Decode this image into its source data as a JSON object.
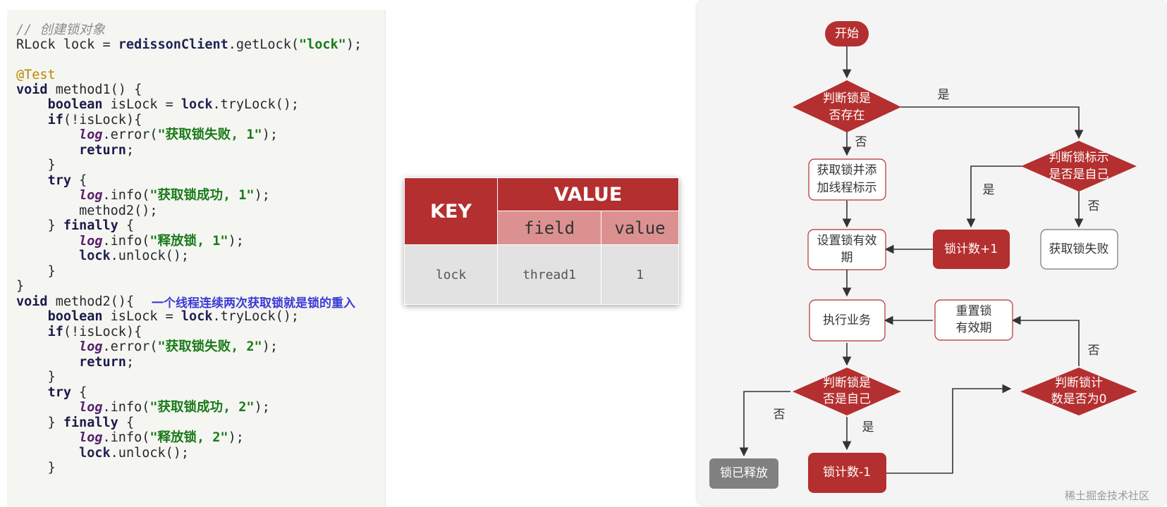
{
  "code": {
    "comment": "// 创建锁对象",
    "line_lock": {
      "prefix": "RLock lock = ",
      "client": "redissonClient",
      "call": ".getLock(",
      "arg": "\"lock\"",
      "end": ");"
    },
    "annotation": "@Test",
    "method1": {
      "signature": " method1() {",
      "boolean_line": {
        "type": "boolean",
        "middle": " isLock = ",
        "obj": "lock",
        "call": ".tryLock();"
      },
      "if_line": {
        "kw": "if",
        "rest": "(!isLock){"
      },
      "error_line": {
        "log": "log",
        "call": ".error(",
        "str": "\"获取锁失败, 1\"",
        "end": ");"
      },
      "return_line": {
        "kw": "return",
        "end": ";"
      },
      "close1": "}",
      "try_line": {
        "kw": "try",
        "rest": " {"
      },
      "info_line": {
        "log": "log",
        "call": ".info(",
        "str": "\"获取锁成功, 1\"",
        "end": ");"
      },
      "call_method2": "method2();",
      "finally_line": {
        "pre": "} ",
        "kw": "finally",
        "rest": " {"
      },
      "release_line": {
        "log": "log",
        "call": ".info(",
        "str": "\"释放锁, 1\"",
        "end": ");"
      },
      "unlock_line": {
        "obj": "lock",
        "call": ".unlock();"
      },
      "close2": "}",
      "close3": "}"
    },
    "method2": {
      "signature": " method2(){",
      "boolean_line": {
        "type": "boolean",
        "middle": " isLock = ",
        "obj": "lock",
        "call": ".tryLock();"
      },
      "if_line": {
        "kw": "if",
        "rest": "(!isLock){"
      },
      "error_line": {
        "log": "log",
        "call": ".error(",
        "str": "\"获取锁失败, 2\"",
        "end": ");"
      },
      "return_line": {
        "kw": "return",
        "end": ";"
      },
      "close1": "}",
      "try_line": {
        "kw": "try",
        "rest": " {"
      },
      "info_line": {
        "log": "log",
        "call": ".info(",
        "str": "\"获取锁成功, 2\"",
        "end": ");"
      },
      "finally_line": {
        "pre": "} ",
        "kw": "finally",
        "rest": " {"
      },
      "release_line": {
        "log": "log",
        "call": ".info(",
        "str": "\"释放锁, 2\"",
        "end": ");"
      },
      "unlock_line": {
        "obj": "lock",
        "call": ".unlock();"
      },
      "close2": "}"
    },
    "void_kw": "void",
    "note": "一个线程连续两次获取锁就是锁的重入"
  },
  "hash_table": {
    "key_header": "KEY",
    "value_header": "VALUE",
    "field_header": "field",
    "value_subheader": "value",
    "row": {
      "key": "lock",
      "field": "thread1",
      "value": "1"
    }
  },
  "flowchart": {
    "colors": {
      "red": "#b42f2f",
      "gray": "#808080",
      "line": "#333333"
    },
    "start": "开始",
    "lock_exists": [
      "判断锁是",
      "否存在"
    ],
    "is_own": [
      "判断锁标示",
      "是否是自己"
    ],
    "acquire_add": [
      "获取锁并添",
      "加线程标示"
    ],
    "set_expire": [
      "设置锁有效",
      "期"
    ],
    "count_plus": "锁计数+1",
    "acquire_fail": "获取锁失败",
    "execute": "执行业务",
    "reset_expire": [
      "重置锁",
      "有效期"
    ],
    "is_self": [
      "判断锁是",
      "否是自己"
    ],
    "count_zero": [
      "判断锁计",
      "数是否为0"
    ],
    "released": "锁已释放",
    "count_minus": "锁计数-1",
    "yes": "是",
    "no": "否"
  },
  "watermark": "稀土掘金技术社区"
}
